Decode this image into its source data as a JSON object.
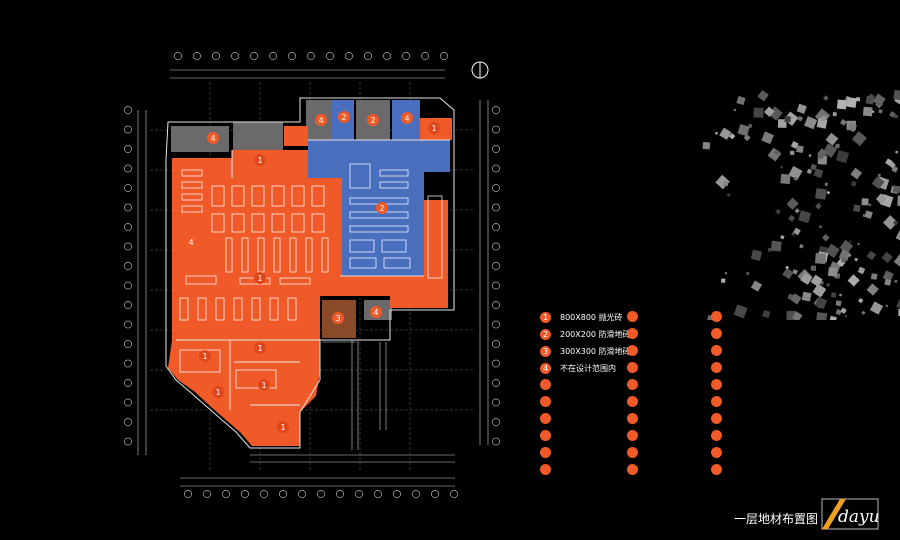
{
  "page_title": "一层地材布置图",
  "logo_text": "dayu",
  "colors": {
    "polished_tile": "#f05a28",
    "anti_slip_200": "#4a6fbf",
    "anti_slip_300": "#8a4a2a",
    "not_in_scope": "#6a6a6a",
    "linework": "#d8d8d8",
    "background": "#000000"
  },
  "legend": [
    {
      "number": "1",
      "label": "800X800 抛光砖"
    },
    {
      "number": "2",
      "label": "200X200 防滑地砖"
    },
    {
      "number": "3",
      "label": "300X300 防滑地砖"
    },
    {
      "number": "4",
      "label": "不在设计范围内"
    }
  ],
  "legend_empty_count": 6,
  "legend_extra_columns": 2,
  "zone_tags": [
    {
      "number": "4",
      "zone": "not_in_scope"
    },
    {
      "number": "2",
      "zone": "anti_slip_200"
    },
    {
      "number": "4",
      "zone": "not_in_scope"
    },
    {
      "number": "2",
      "zone": "anti_slip_200"
    },
    {
      "number": "1",
      "zone": "polished_tile"
    },
    {
      "number": "4",
      "zone": "not_in_scope"
    },
    {
      "number": "1",
      "zone": "polished_tile"
    },
    {
      "number": "2",
      "zone": "anti_slip_200"
    },
    {
      "number": "4",
      "zone": "not_in_scope"
    },
    {
      "number": "1",
      "zone": "polished_tile"
    },
    {
      "number": "3",
      "zone": "anti_slip_300"
    },
    {
      "number": "4",
      "zone": "not_in_scope"
    },
    {
      "number": "1",
      "zone": "polished_tile"
    },
    {
      "number": "1",
      "zone": "polished_tile"
    },
    {
      "number": "1",
      "zone": "polished_tile"
    },
    {
      "number": "1",
      "zone": "polished_tile"
    },
    {
      "number": "1",
      "zone": "polished_tile"
    }
  ],
  "grid_bubbles_left": [
    "①",
    "②",
    "③",
    "④",
    "⑤",
    "⑥",
    "⑦",
    "⑧",
    "⑨",
    "⑩",
    "⑪",
    "⑫",
    "⑬",
    "⑭",
    "⑮",
    "⑯",
    "⑰",
    "⑱"
  ],
  "grid_bubbles_top": [
    "①",
    "②",
    "③",
    "④",
    "⑤",
    "⑥",
    "⑦",
    "⑧",
    "⑨",
    "⑩",
    "⑪",
    "⑫",
    "⑬",
    "⑭",
    "⑮"
  ]
}
